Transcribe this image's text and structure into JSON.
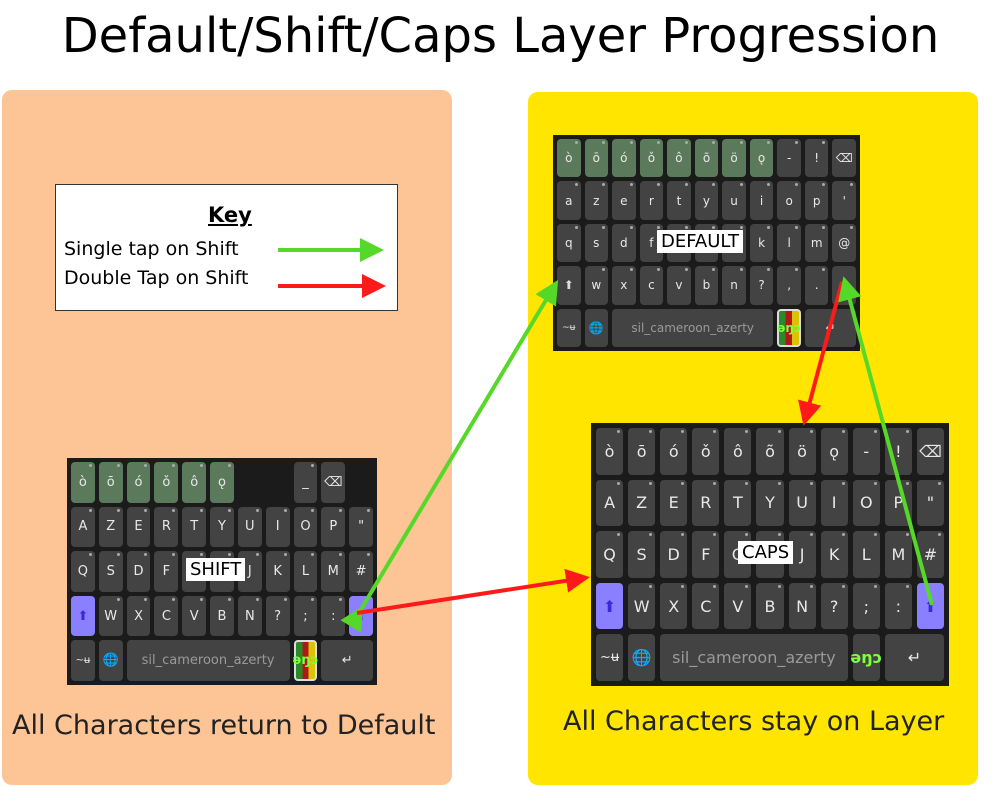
{
  "title": "Default/Shift/Caps Layer Progression",
  "key": {
    "heading": "Key",
    "single": "Single tap on Shift",
    "double": "Double Tap on Shift",
    "single_color": "#56d828",
    "double_color": "#ff1a1a"
  },
  "captions": {
    "left": "All Characters return to Default",
    "right": "All Characters stay on Layer"
  },
  "layer_labels": {
    "default": "DEFAULT",
    "shift": "SHIFT",
    "caps": "CAPS"
  },
  "keyboards": {
    "default": {
      "rows": [
        [
          "ò",
          "ō",
          "ó",
          "ǒ",
          "ô",
          "õ",
          "ö",
          "ǫ",
          "-",
          "!",
          "backspace-icon"
        ],
        [
          "a",
          "z",
          "e",
          "r",
          "t",
          "y",
          "u",
          "i",
          "o",
          "p",
          "'"
        ],
        [
          "q",
          "s",
          "d",
          "f",
          "g",
          "h",
          "j",
          "k",
          "l",
          "m",
          "@"
        ],
        [
          "shift-icon",
          "w",
          "x",
          "c",
          "v",
          "b",
          "n",
          "?",
          ",",
          ".",
          "shift-icon"
        ],
        [
          "~ʉ",
          "globe-icon",
          "sil_cameroon_azerty",
          "əŋɔ",
          "enter-icon"
        ]
      ]
    },
    "shift": {
      "rows": [
        [
          "ò",
          "ō",
          "ó",
          "ǒ",
          "ô",
          "ǫ",
          "",
          "_",
          "backspace-icon"
        ],
        [
          "A",
          "Z",
          "E",
          "R",
          "T",
          "Y",
          "U",
          "I",
          "O",
          "P",
          "\""
        ],
        [
          "Q",
          "S",
          "D",
          "F",
          "G",
          "H",
          "J",
          "K",
          "L",
          "M",
          "#"
        ],
        [
          "shift-icon",
          "W",
          "X",
          "C",
          "V",
          "B",
          "N",
          "?",
          ";",
          ":",
          "shift-icon"
        ],
        [
          "~ʉ",
          "globe-icon",
          "sil_cameroon_azerty",
          "əŋɔ",
          "enter-icon"
        ]
      ]
    },
    "caps": {
      "rows": [
        [
          "ò",
          "ō",
          "ó",
          "ǒ",
          "ô",
          "õ",
          "ö",
          "ǫ",
          "-",
          "!",
          "backspace-icon"
        ],
        [
          "A",
          "Z",
          "E",
          "R",
          "T",
          "Y",
          "U",
          "I",
          "O",
          "P",
          "\""
        ],
        [
          "Q",
          "S",
          "D",
          "F",
          "G",
          "H",
          "J",
          "K",
          "L",
          "M",
          "#"
        ],
        [
          "shift-icon",
          "W",
          "X",
          "C",
          "V",
          "B",
          "N",
          "?",
          ";",
          ":",
          "shift-icon"
        ],
        [
          "~ʉ",
          "globe-icon",
          "sil_cameroon_azerty",
          "əŋɔ",
          "enter-icon"
        ]
      ]
    }
  }
}
